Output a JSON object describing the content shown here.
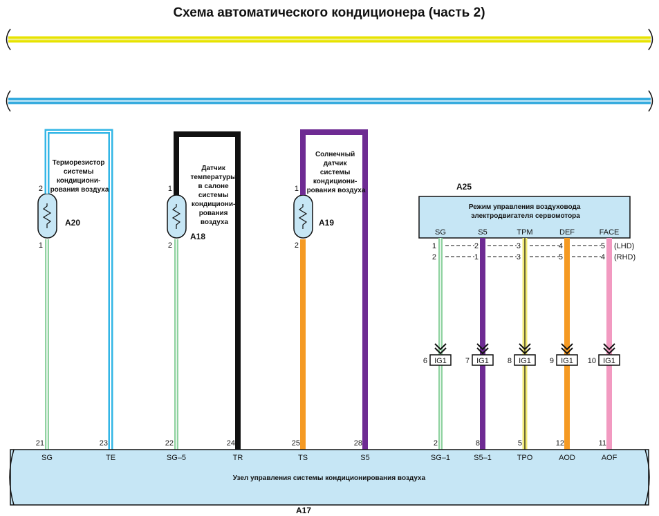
{
  "title": "Схема автоматического кондиционера (часть 2)",
  "colors": {
    "bus_yellow": "#e7e300",
    "bus_yellow_light": "#f1ef8a",
    "bus_blue": "#2aa6dc",
    "bus_blue_light": "#bfe6f7",
    "box_fill": "#c6e6f5",
    "green_wire": "#8fd2a0",
    "blue_wire": "#33b6e6",
    "black_wire": "#111111",
    "purple_wire": "#6e2b93",
    "orange_wire": "#f59a23",
    "yellow_wire": "#f2ea74",
    "pink_wire": "#f29ac1"
  },
  "components": {
    "a20": {
      "ref": "A20",
      "desc": [
        "Терморезистор",
        "системы",
        "кондициони-",
        "рования воздуха"
      ],
      "pin_top": "2",
      "pin_bottom": "1"
    },
    "a18": {
      "ref": "A18",
      "desc": [
        "Датчик",
        "температуры",
        "в салоне",
        "системы",
        "кондициони-",
        "рования",
        "воздуха"
      ],
      "pin_top": "1",
      "pin_bottom": "2"
    },
    "a19": {
      "ref": "A19",
      "desc": [
        "Солнечный",
        "датчик",
        "системы",
        "кондициони-",
        "рования воздуха"
      ],
      "pin_top": "1",
      "pin_bottom": "2"
    }
  },
  "a25": {
    "ref": "A25",
    "title": [
      "Режим управления воздуховода",
      "электродвигателя сервомотора"
    ],
    "terminals": [
      "SG",
      "S5",
      "TPM",
      "DEF",
      "FACE"
    ],
    "lhd_pins": [
      "1",
      "2",
      "3",
      "4",
      "5"
    ],
    "rhd_pins": [
      "2",
      "1",
      "3",
      "5",
      "4"
    ],
    "lhd_label": "(LHD)",
    "rhd_label": "(RHD)"
  },
  "connectors": [
    {
      "num": "6",
      "label": "IG1"
    },
    {
      "num": "7",
      "label": "IG1"
    },
    {
      "num": "8",
      "label": "IG1"
    },
    {
      "num": "9",
      "label": "IG1"
    },
    {
      "num": "10",
      "label": "IG1"
    }
  ],
  "a17": {
    "ref": "A17",
    "title": "Узел управления системы кондиционирования воздуха",
    "pins": [
      "21",
      "23",
      "22",
      "24",
      "25",
      "28",
      "2",
      "8",
      "5",
      "12",
      "11"
    ],
    "terminals": [
      "SG",
      "TE",
      "SG–5",
      "TR",
      "TS",
      "S5",
      "SG–1",
      "S5–1",
      "TPO",
      "AOD",
      "AOF"
    ]
  }
}
